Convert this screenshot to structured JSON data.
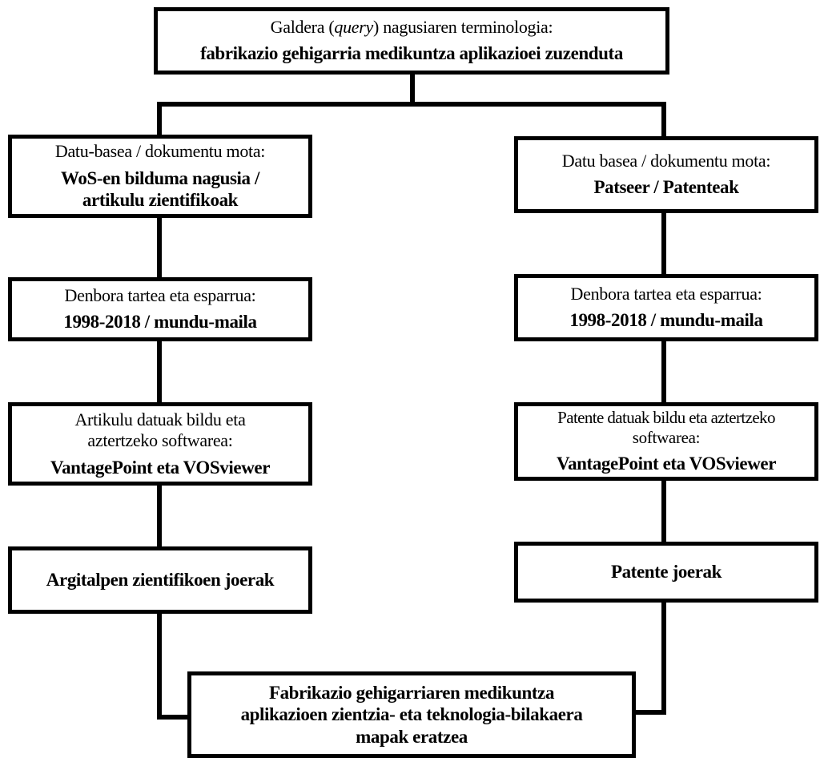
{
  "query": {
    "label_before": "Galdera (",
    "label_italic": "query",
    "label_after": ") nagusiaren  terminologia:",
    "value": "fabrikazio gehigarria medikuntza aplikazioei zuzenduta"
  },
  "left_branch": {
    "database": {
      "label": "Datu-basea / dokumentu mota:",
      "value_line1": "WoS-en bilduma nagusia /",
      "value_line2": "artikulu zientifikoak"
    },
    "timeframe": {
      "label": "Denbora tartea eta esparrua:",
      "value": "1998-2018 / mundu-maila"
    },
    "software": {
      "label_line1": "Artikulu datuak bildu eta",
      "label_line2": "aztertzeko softwarea:",
      "value": "VantagePoint eta VOSviewer"
    },
    "trends": {
      "value": "Argitalpen zientifikoen joerak"
    }
  },
  "right_branch": {
    "database": {
      "label": "Datu basea / dokumentu mota:",
      "value": "Patseer / Patenteak"
    },
    "timeframe": {
      "label": "Denbora tartea eta esparrua:",
      "value": "1998-2018 / mundu-maila"
    },
    "software": {
      "label_line1": "Patente datuak bildu eta aztertzeko",
      "label_line2": "softwarea:",
      "value": "VantagePoint eta VOSviewer"
    },
    "trends": {
      "value": "Patente joerak"
    }
  },
  "result": {
    "line1": "Fabrikazio gehigarriaren medikuntza",
    "line2": "aplikazioen zientzia- eta teknologia-bilakaera",
    "line3": "mapak eratzea"
  }
}
